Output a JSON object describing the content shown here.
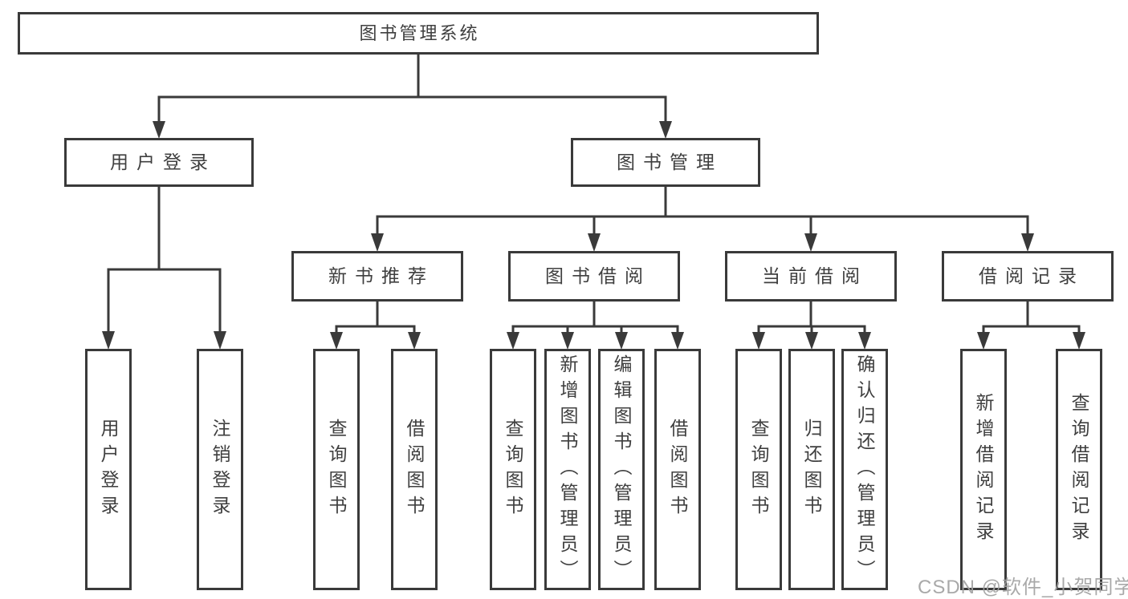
{
  "diagram": {
    "root": {
      "label": "图书管理系统"
    },
    "branches": [
      {
        "label": "用户登录",
        "children": [
          {
            "label": "用户登录"
          },
          {
            "label": "注销登录"
          }
        ]
      },
      {
        "label": "图书管理",
        "children": [
          {
            "label": "新书推荐",
            "children": [
              {
                "label": "查询图书"
              },
              {
                "label": "借阅图书"
              }
            ]
          },
          {
            "label": "图书借阅",
            "children": [
              {
                "label": "查询图书"
              },
              {
                "label": "新增图书（管理员）"
              },
              {
                "label": "编辑图书（管理员）"
              },
              {
                "label": "借阅图书"
              }
            ]
          },
          {
            "label": "当前借阅",
            "children": [
              {
                "label": "查询图书"
              },
              {
                "label": "归还图书"
              },
              {
                "label": "确认归还（管理员）"
              }
            ]
          },
          {
            "label": "借阅记录",
            "children": [
              {
                "label": "新增借阅记录"
              },
              {
                "label": "查询借阅记录"
              }
            ]
          }
        ]
      }
    ],
    "colors": {
      "line": "#3a3a3a",
      "text": "#3f3f3f",
      "background": "#ffffff",
      "watermark": "#a0a0a0"
    }
  },
  "watermark": {
    "text": "CSDN @软件_小贺同学"
  }
}
